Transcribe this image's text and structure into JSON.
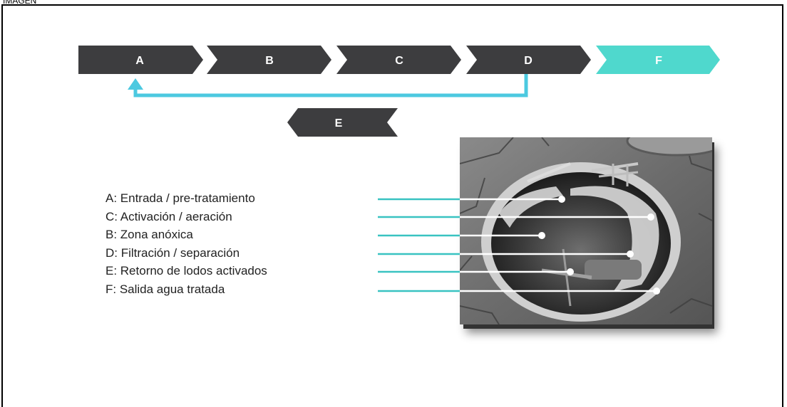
{
  "caption": "IMAGEN",
  "colors": {
    "step_dark": "#3d3d3f",
    "step_accent": "#4fd8cd",
    "connector": "#4cc9e0",
    "leader_line": "#39c3c1",
    "text": "#222222"
  },
  "steps": [
    {
      "id": "A",
      "label": "A"
    },
    {
      "id": "B",
      "label": "B"
    },
    {
      "id": "C",
      "label": "C"
    },
    {
      "id": "D",
      "label": "D"
    },
    {
      "id": "F",
      "label": "F"
    }
  ],
  "return_step": {
    "id": "E",
    "label": "E"
  },
  "legend": [
    "A: Entrada / pre-tratamiento",
    "C: Activación / aeración",
    "B: Zona anóxica",
    "D: Filtración / separación",
    "E: Retorno de lodos activados",
    "F: Salida agua tratada"
  ],
  "photo": {
    "description_icon": "treatment-tank-photo"
  }
}
